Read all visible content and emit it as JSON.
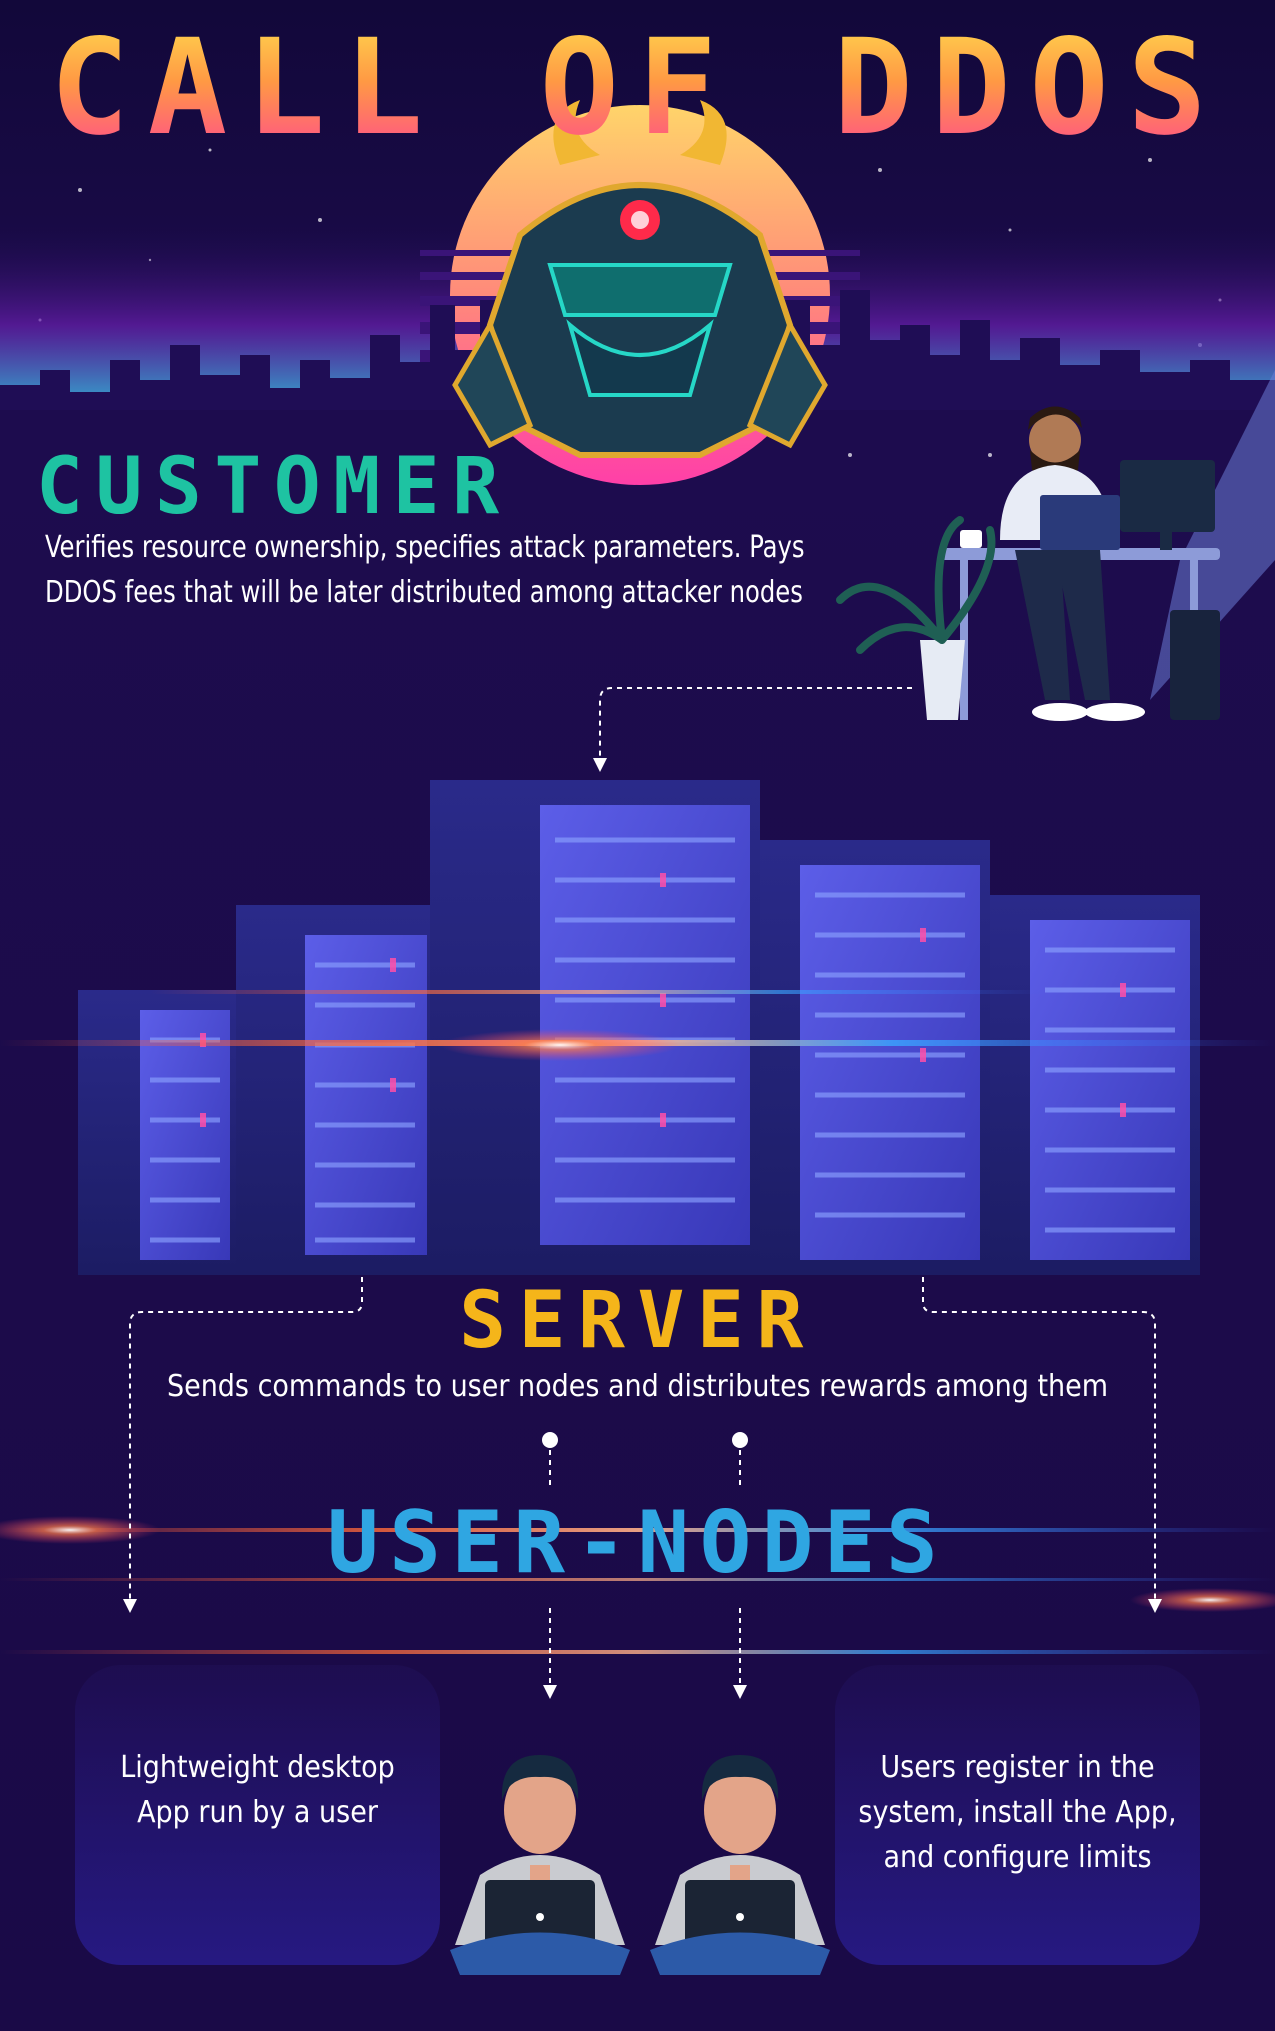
{
  "title": "CALL OF DDOS",
  "customer": {
    "heading": "CUSTOMER",
    "description": "Verifies resource ownership, specifies attack parameters. Pays DDOS fees that will be later distributed among attacker nodes"
  },
  "server": {
    "heading": "SERVER",
    "description": "Sends commands to user nodes and distributes rewards among them"
  },
  "user_nodes": {
    "heading": "USER-NODES",
    "left_panel": "Lightweight desktop App run by a user",
    "right_panel": "Users register in the system, install the App, and configure limits"
  },
  "colors": {
    "background": "#1c0b4a",
    "title_gradient": [
      "#ffd34d",
      "#ff9944",
      "#ff4f8a"
    ],
    "customer": "#1ec3a2",
    "server": "#f5b51a",
    "user_nodes": "#2fa6e2"
  },
  "icons": [
    "samurai-mask-icon",
    "sunset-icon",
    "city-skyline-icon",
    "customer-at-desk-icon",
    "server-racks-icon",
    "user-with-laptop-icon"
  ]
}
